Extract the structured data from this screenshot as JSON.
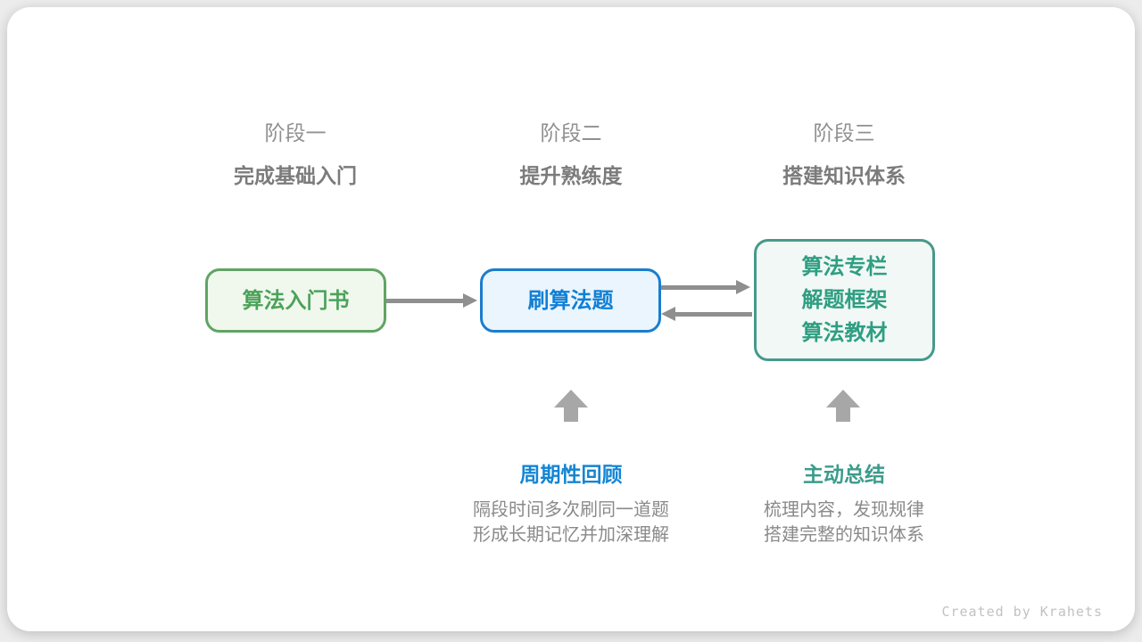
{
  "stages": [
    {
      "label": "阶段一",
      "subtitle": "完成基础入门"
    },
    {
      "label": "阶段二",
      "subtitle": "提升熟练度"
    },
    {
      "label": "阶段三",
      "subtitle": "搭建知识体系"
    }
  ],
  "nodes": {
    "intro_book": {
      "lines": [
        "算法入门书"
      ],
      "border_color": "#60a463",
      "bg_color": "#f0f8ee",
      "text_color": "#4ca25a"
    },
    "practice": {
      "lines": [
        "刷算法题"
      ],
      "border_color": "#1a7dce",
      "bg_color": "#ebf5fd",
      "text_color": "#1180d5"
    },
    "resources": {
      "lines": [
        "算法专栏",
        "解题框架",
        "算法教材"
      ],
      "border_color": "#47998b",
      "bg_color": "#f1f8f5",
      "text_color": "#2f9e82"
    }
  },
  "arrows": {
    "color": "#8f8f8f",
    "up_arrow_color": "#a7a7a7",
    "flow": [
      "intro_book→practice",
      "practice→resources",
      "resources→practice"
    ]
  },
  "annotations": [
    {
      "title": "周期性回顾",
      "title_color": "#1585d3",
      "lines": [
        "隔段时间多次刷同一道题",
        "形成长期记忆并加深理解"
      ]
    },
    {
      "title": "主动总结",
      "title_color": "#3b9c8b",
      "lines": [
        "梳理内容，发现规律",
        "搭建完整的知识体系"
      ]
    }
  ],
  "footer": {
    "credit": "Created by Krahets"
  }
}
